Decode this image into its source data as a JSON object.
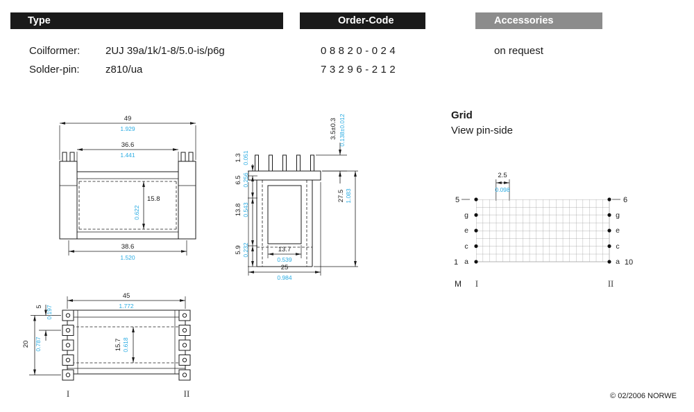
{
  "colors": {
    "accent_cyan": "#29abe2",
    "bar_black": "#1a1a1a",
    "bar_gray": "#8c8c8c"
  },
  "headers": {
    "type": "Type",
    "order_code": "Order-Code",
    "accessories": "Accessories"
  },
  "info": {
    "rows": [
      {
        "label": "Coilformer:",
        "value": "2UJ 39a/1k/1-8/5.0-is/p6g",
        "code": "08820-024"
      },
      {
        "label": "Solder-pin:",
        "value": "z810/ua",
        "code": "73296-212"
      }
    ],
    "accessories": "on request"
  },
  "front_view": {
    "w49_mm": "49",
    "w49_in": "1.929",
    "w366_mm": "36.6",
    "w366_in": "1.441",
    "h158_mm": "15.8",
    "h158_in": "0.622",
    "w386_mm": "38.6",
    "w386_in": "1.520"
  },
  "side_view": {
    "pin_mm": "3.5±0.3",
    "pin_in": "0.138±0.012",
    "d13_mm": "1.3",
    "d13_in": "0.051",
    "d65_mm": "6.5",
    "d65_in": "0.256",
    "d138_mm": "13.8",
    "d138_in": "0.543",
    "d59_mm": "5.9",
    "d59_in": "0.232",
    "d137_mm": "13.7",
    "d137_in": "0.539",
    "d25_mm": "25",
    "d25_in": "0.984",
    "d275_mm": "27.5",
    "d275_in": "1.083"
  },
  "top_view": {
    "w45_mm": "45",
    "w45_in": "1.772",
    "d5_mm": "5",
    "d5_in": "0.197",
    "d20_mm": "20",
    "d20_in": "0.787",
    "d157_mm": "15.7",
    "d157_in": "0.618",
    "marker1": "I",
    "marker2": "II"
  },
  "grid_section": {
    "title": "Grid",
    "subtitle": "View pin-side",
    "pitch_mm": "2.5",
    "pitch_in": "0.098",
    "pin_left_top": "5",
    "pin_left_bottom": "1",
    "pin_right_top": "6",
    "pin_right_bottom": "10",
    "row_letters_left": [
      "g",
      "e",
      "c",
      "a"
    ],
    "row_letters_right": [
      "g",
      "e",
      "c",
      "a"
    ],
    "marker_m": "M",
    "marker_section1": "I",
    "marker_section2": "II"
  },
  "footer": {
    "copyright": "© 02/2006 NORWE"
  }
}
